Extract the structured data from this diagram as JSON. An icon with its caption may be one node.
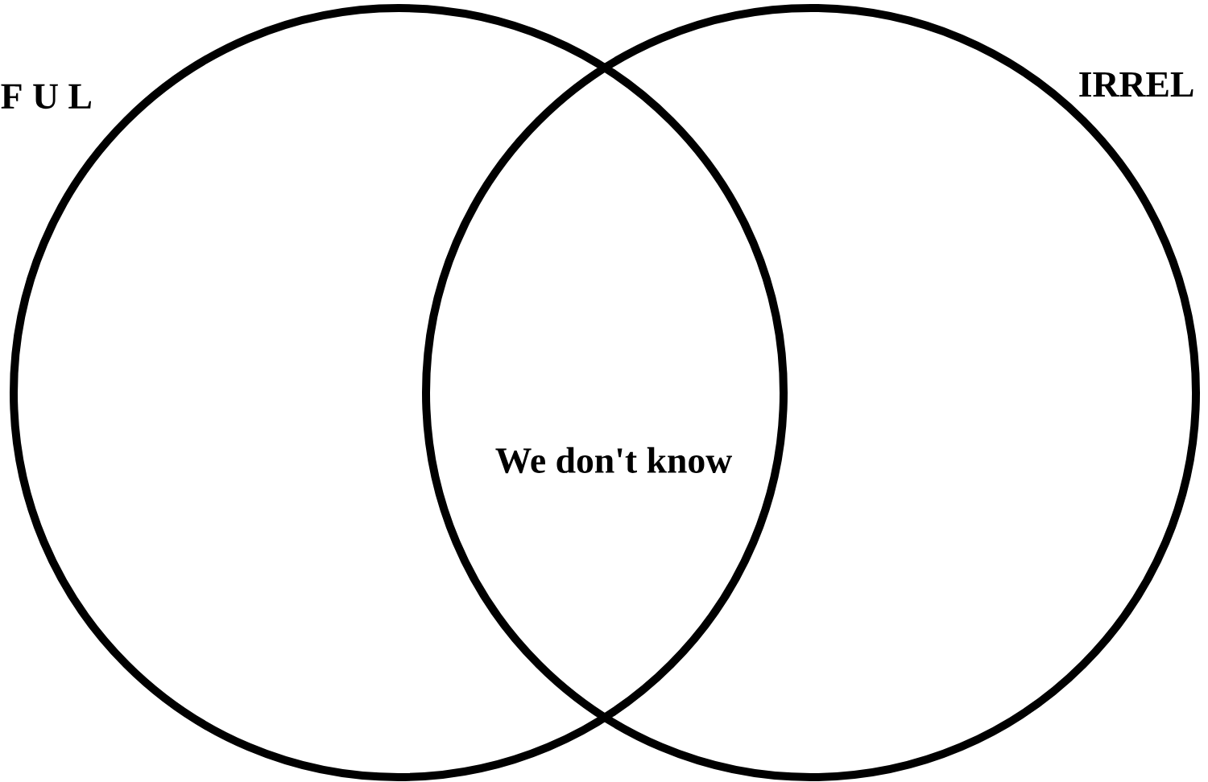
{
  "diagram": {
    "nodes": [
      {
        "text": [
          "F U L"
        ]
      },
      {
        "text": [
          "IRREL"
        ]
      }
    ],
    "labels": [
      "We don't know"
    ]
  }
}
